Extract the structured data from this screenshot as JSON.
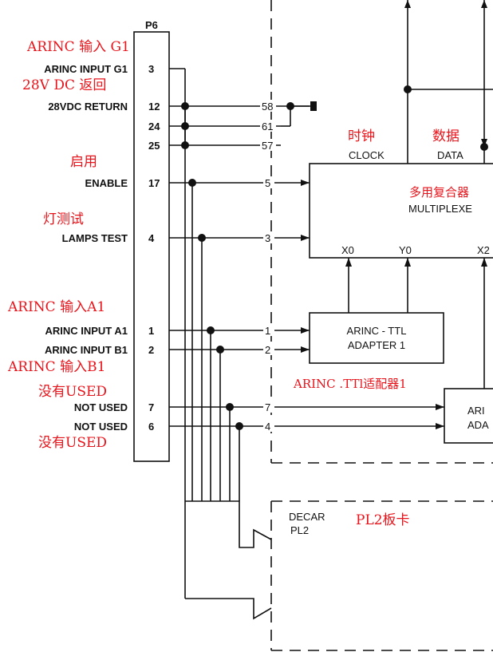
{
  "connector": {
    "name": "P6"
  },
  "pin_labels": {
    "arinc_input_g1": "ARINC INPUT G1",
    "return_28vdc": "28VDC RETURN",
    "enable": "ENABLE",
    "lamps_test": "LAMPS TEST",
    "arinc_input_a1": "ARINC INPUT A1",
    "arinc_input_b1": "ARINC INPUT B1",
    "not_used_7": "NOT USED",
    "not_used_6": "NOT USED"
  },
  "pin_numbers": [
    "3",
    "12",
    "24",
    "25",
    "17",
    "4",
    "1",
    "2",
    "7",
    "6"
  ],
  "wire_numbers": [
    "58",
    "61",
    "57",
    "5",
    "3",
    "1",
    "2",
    "7",
    "4"
  ],
  "blocks": {
    "clock": "CLOCK",
    "data": "DATA",
    "multiplexer": "MULTIPLEXE",
    "x0": "X0",
    "y0": "Y0",
    "x2": "X2",
    "adapter_line1": "ARINC - TTL",
    "adapter_line2": "ADAPTER 1",
    "adapter2_line1": "ARI",
    "adapter2_line2": "ADA",
    "decar": "DECAR",
    "pl2": "PL2"
  },
  "annotations_cn": {
    "arinc_g1": "ARINC 输入 G1",
    "dc_return": "28V DC 返回",
    "enable": "启用",
    "lamps_test": "灯测试",
    "arinc_a1": "ARINC 输入A1",
    "arinc_b1": "ARINC 输入B1",
    "not_used_top": "没有USED",
    "not_used_bottom": "没有USED",
    "clock": "时钟",
    "data": "数据",
    "multiplexer": "多用复合器",
    "adapter": "ARINC .TTl适配器1",
    "pl2": "PL2板卡"
  }
}
